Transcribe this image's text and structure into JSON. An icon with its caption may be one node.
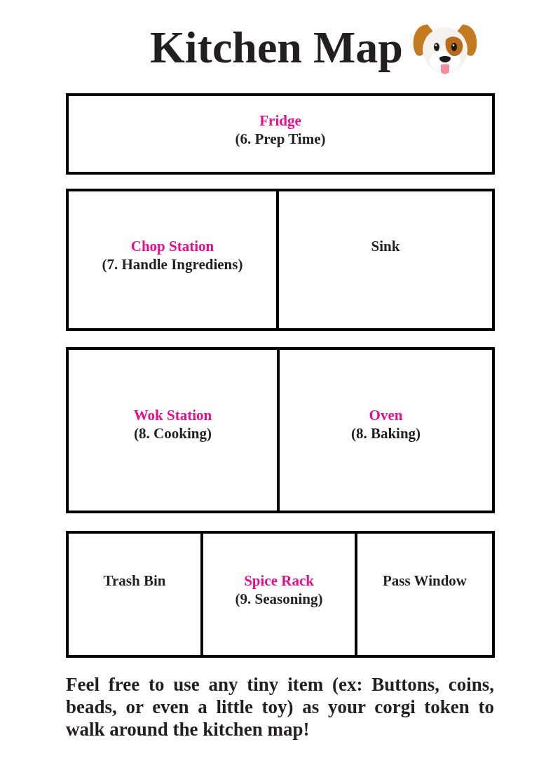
{
  "diagram": {
    "title": "Kitchen Map",
    "nodes": [
      {
        "text": [
          "Fridge",
          "(6. Prep Time)"
        ]
      },
      {
        "text": [
          "Chop Station",
          "(7. Handle Ingrediens)"
        ]
      },
      {
        "text": [
          "Sink"
        ]
      },
      {
        "text": [
          "Wok Station",
          "(8. Cooking)"
        ]
      },
      {
        "text": [
          "Oven",
          "(8. Baking)"
        ]
      },
      {
        "text": [
          "Trash Bin"
        ]
      },
      {
        "text": [
          "Spice Rack",
          "(9. Seasoning)"
        ]
      },
      {
        "text": [
          "Pass Window"
        ]
      }
    ],
    "caption": "Feel free to use any tiny item (ex: Buttons, coins, beads, or even a little toy) as your corgi token to walk around the kitchen map!"
  }
}
